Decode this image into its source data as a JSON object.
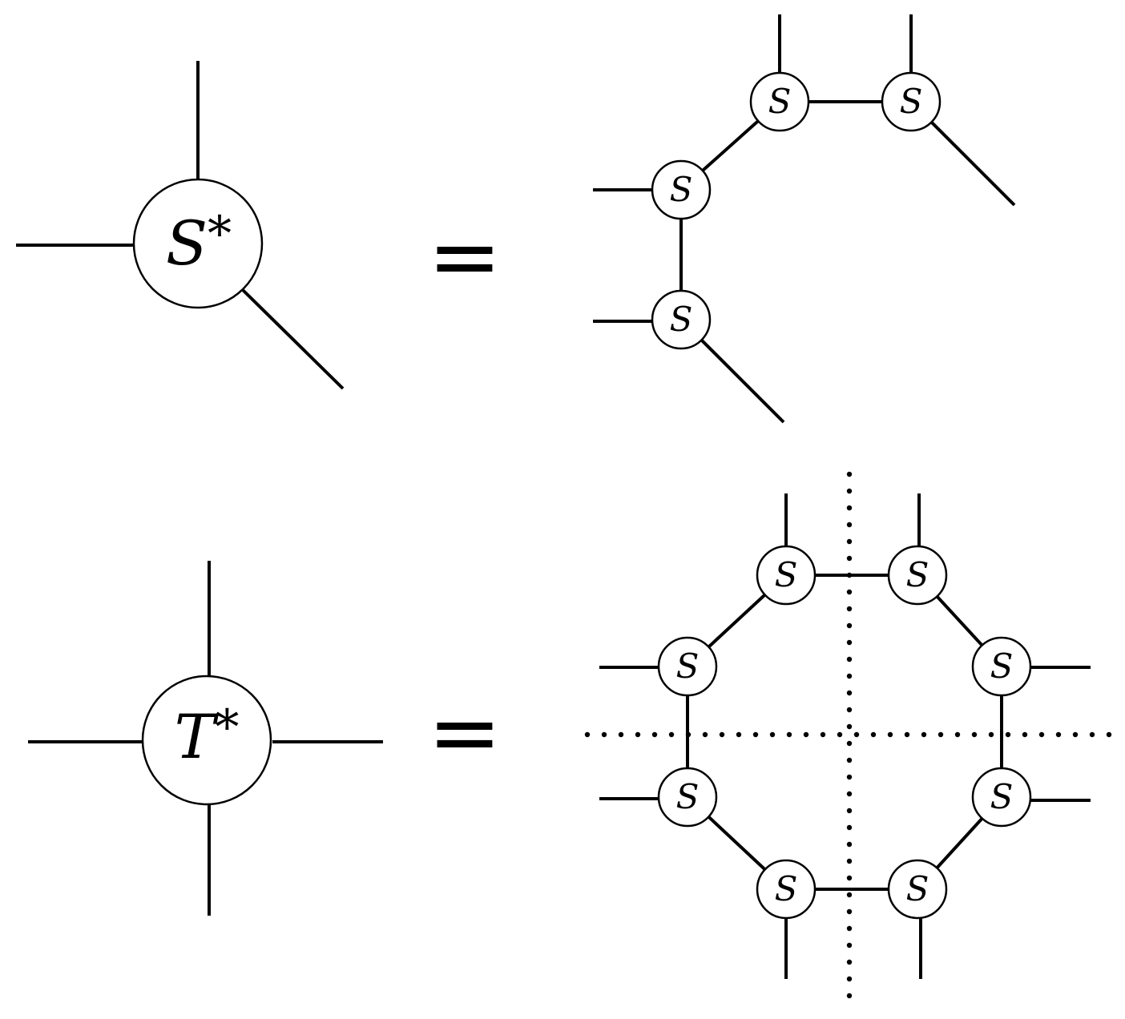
{
  "equations": [
    {
      "lhs": {
        "label": "S",
        "superscript": "*"
      },
      "equals": "=",
      "rhs_node_label": "S"
    },
    {
      "lhs": {
        "label": "T",
        "superscript": "*"
      },
      "equals": "=",
      "rhs_node_label": "S"
    }
  ]
}
